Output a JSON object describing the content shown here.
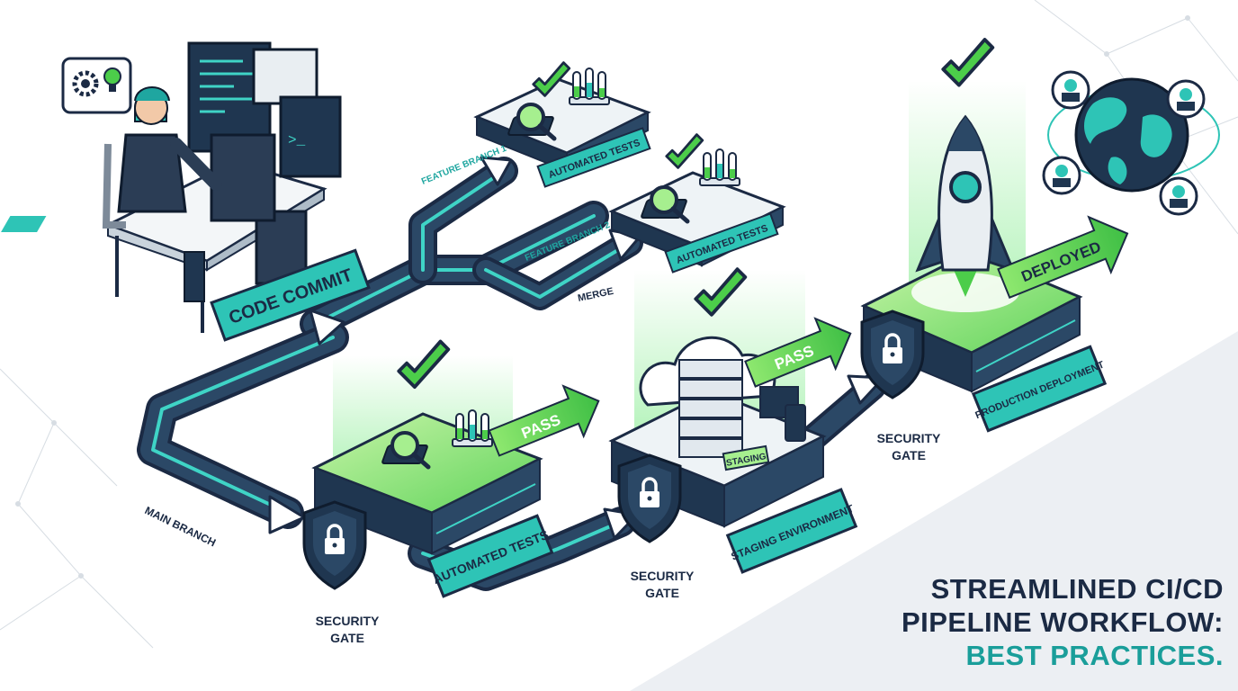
{
  "title": {
    "line1": "STREAMLINED CI/CD",
    "line2": "PIPELINE WORKFLOW:",
    "line3": "BEST PRACTICES."
  },
  "labels": {
    "code_commit": "CODE COMMIT",
    "feature_branch_1": "FEATURE BRANCH 1",
    "feature_branch_2": "FEATURE BRANCH 2",
    "automated_tests_top": "AUTOMATED TESTS",
    "automated_tests_mid": "AUTOMATED TESTS",
    "automated_tests_main": "AUTOMATED TESTS",
    "merge": "MERGE",
    "main_branch": "MAIN BRANCH",
    "pass_1": "PASS",
    "pass_2": "PASS",
    "staging_environment": "STAGING ENVIRONMENT",
    "staging_screen": "STAGING",
    "production_deployment": "PRODUCTION DEPLOYMENT",
    "deployed": "DEPLOYED",
    "security_gate_1": {
      "line1": "SECURITY",
      "line2": "GATE"
    },
    "security_gate_2": {
      "line1": "SECURITY",
      "line2": "GATE"
    },
    "security_gate_3": {
      "line1": "SECURITY",
      "line2": "GATE"
    }
  },
  "colors": {
    "navy": "#1b2a44",
    "teal": "#1fa6a0",
    "light_teal": "#3fd4c6",
    "green": "#45c44a",
    "light_green": "#a6ef8f",
    "platform_top": "#eef3f6",
    "label_bg": "#2ec4b6"
  },
  "icons": [
    "developer-icon",
    "gear-bulb-icon",
    "checkmark-icon",
    "magnifier-chip-icon",
    "test-tubes-icon",
    "shield-lock-icon",
    "cloud-server-icon",
    "rocket-icon",
    "globe-icon",
    "user-avatar-icon"
  ]
}
